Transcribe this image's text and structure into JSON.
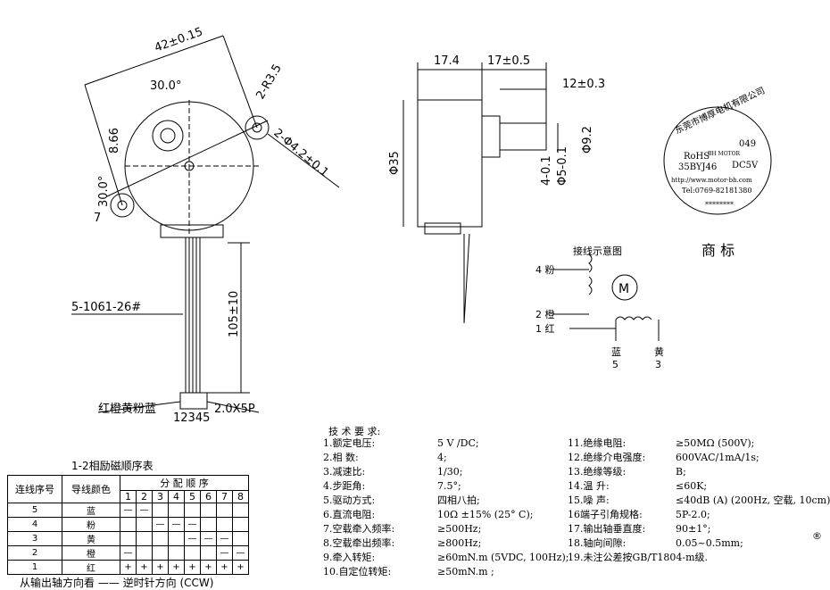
{
  "dims": {
    "d42": "42±0.15",
    "r35": "2-R3.5",
    "a30top": "30.0°",
    "d866": "8.66",
    "d42hole": "2-Φ4.2±0.1",
    "a30side": "30.0°",
    "d7": "7",
    "wire": "5-1061-26#",
    "len105": "105±10",
    "colors": "红橙黄粉蓝",
    "pins": "12345",
    "pitch": "2.0X5P",
    "w174": "17.4",
    "w17": "17±0.5",
    "w12": "12±0.3",
    "dia35": "Φ35",
    "flat4": "4-0.1",
    "dia5": "Φ5-0.1",
    "dia92": "Φ9.2"
  },
  "label": {
    "line1": "东莞市博厚电机有限公司",
    "rohs": "RoHS",
    "part": "35BYJ46",
    "code": "049",
    "volt": "DC5V",
    "brand": "BH MOTOR",
    "url": "http://www.motor-bh.com",
    "tel": "Tel:0769-82181380",
    "stars": "********",
    "trademark": "商    标"
  },
  "wiring": {
    "title": "接线示意图",
    "motor": "M",
    "p4": "4  粉",
    "p2": "2  橙",
    "p1": "1  红",
    "blue": "蓝",
    "blue_no": "5",
    "yellow": "黄",
    "yellow_no": "3"
  },
  "specs_title": "技  术  要  求:",
  "specs_left": [
    {
      "k": "1.额定电压:",
      "v": "5 V /DC;"
    },
    {
      "k": "2.相   数:",
      "v": "4;"
    },
    {
      "k": "3.减速比:",
      "v": "1/30;"
    },
    {
      "k": "4.步距角:",
      "v": "7.5°;"
    },
    {
      "k": "5.驱动方式:",
      "v": "四相八拍;"
    },
    {
      "k": "6.直流电阻:",
      "v": "10Ω ±15% (25° C);"
    },
    {
      "k": "7.空载牵入频率:",
      "v": "≥500Hz;"
    },
    {
      "k": "8.空载牵出频率:",
      "v": "≥800Hz;"
    },
    {
      "k": "9.牵入转矩:",
      "v": "≥60mN.m (5VDC, 100Hz);"
    },
    {
      "k": "10.自定位转矩:",
      "v": "≥50mN.m    ;"
    }
  ],
  "specs_right": [
    {
      "k": "11.绝缘电阻:",
      "v": "≥50MΩ (500V);"
    },
    {
      "k": "12.绝缘介电强度:",
      "v": "600VAC/1mA/1s;"
    },
    {
      "k": "13.绝缘等级:",
      "v": "B;"
    },
    {
      "k": "14.温    升:",
      "v": "≤60K;"
    },
    {
      "k": "15.噪    声:",
      "v": "≤40dB (A) (200Hz, 空载, 10cm);"
    },
    {
      "k": "16端子引角规格:",
      "v": "5P-2.0;"
    },
    {
      "k": "17.输出轴垂直度:",
      "v": "90±1°;"
    },
    {
      "k": "18.轴向间隙:",
      "v": "0.05~0.5mm;"
    },
    {
      "k": "19.未注公差按GB/T1804-m级.",
      "v": ""
    }
  ],
  "registered": "®",
  "sequence": {
    "title": "1-2相励磁顺序表",
    "h_no": "连线序号",
    "h_color": "导线颜色",
    "h_order": "分  配  顺  序",
    "steps": [
      "1",
      "2",
      "3",
      "4",
      "5",
      "6",
      "7",
      "8"
    ],
    "rows": [
      {
        "no": "5",
        "color": "蓝",
        "cells": [
          "—",
          "—",
          "",
          "",
          "",
          "",
          "",
          ""
        ]
      },
      {
        "no": "4",
        "color": "粉",
        "cells": [
          "",
          "",
          "—",
          "—",
          "—",
          "",
          "",
          ""
        ]
      },
      {
        "no": "3",
        "color": "黄",
        "cells": [
          "",
          "",
          "",
          "",
          "—",
          "—",
          "—",
          ""
        ]
      },
      {
        "no": "2",
        "color": "橙",
        "cells": [
          "—",
          "",
          "",
          "",
          "",
          "",
          "—",
          "—"
        ]
      },
      {
        "no": "1",
        "color": "红",
        "cells": [
          "+",
          "+",
          "+",
          "+",
          "+",
          "+",
          "+",
          "+"
        ]
      }
    ],
    "footer": "从输出轴方向看 —— 逆时针方向 (CCW)"
  }
}
